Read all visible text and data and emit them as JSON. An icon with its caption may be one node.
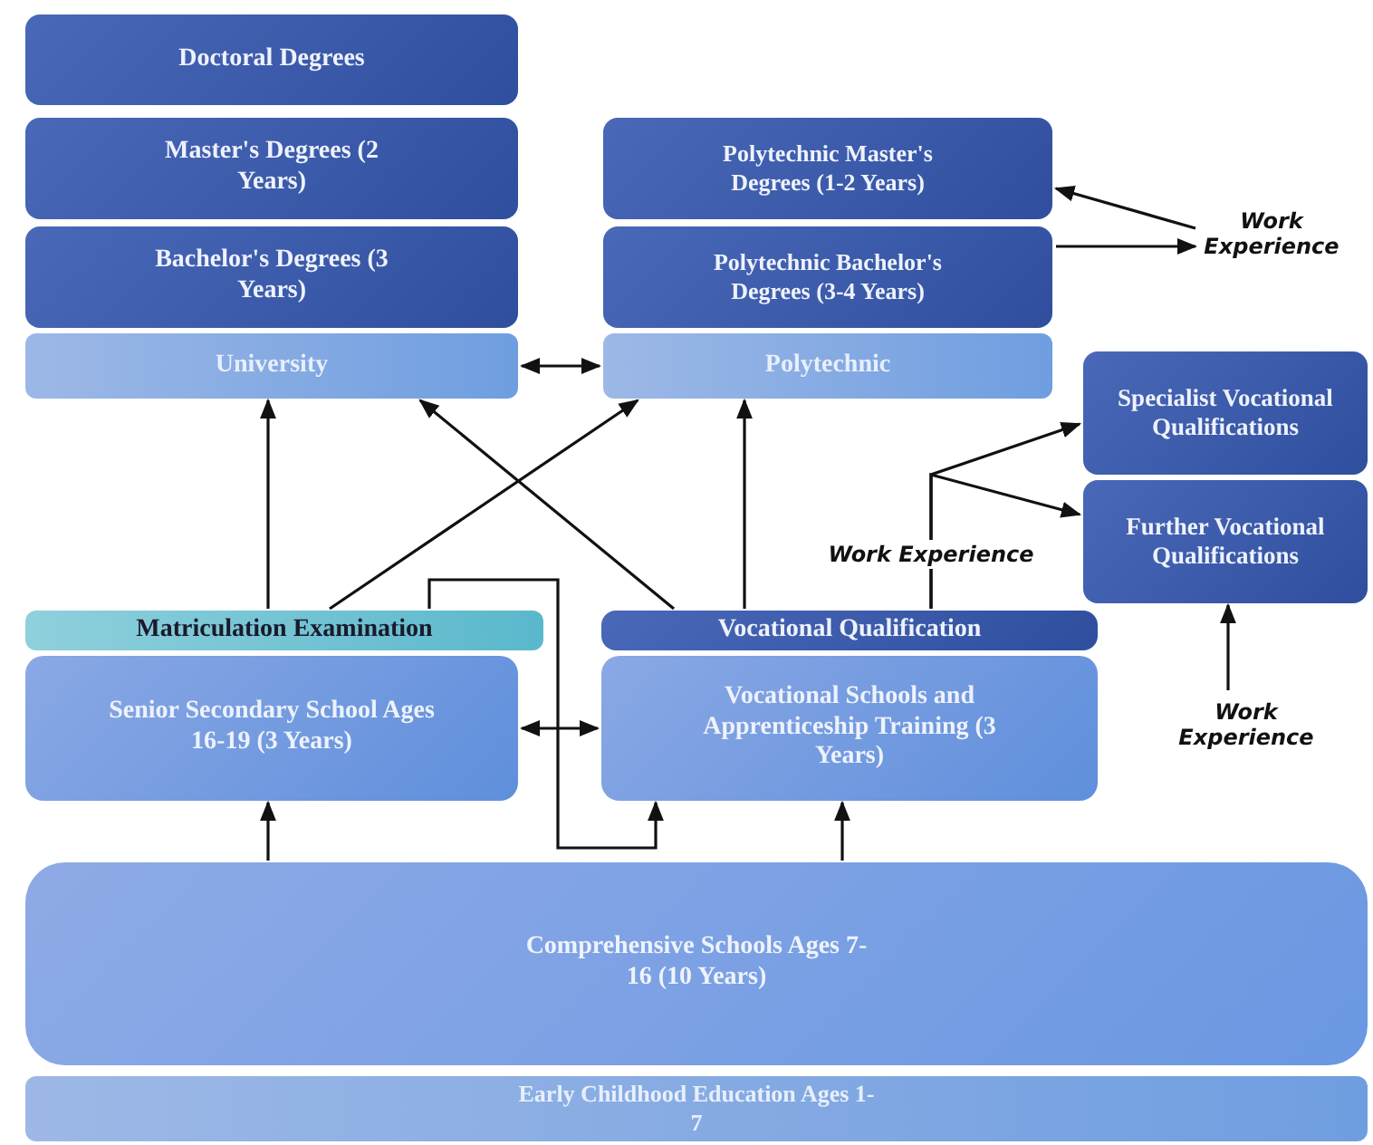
{
  "diagram": {
    "nodes": [
      {
        "text": [
          "Doctoral Degrees"
        ]
      },
      {
        "text": [
          "Master's Degrees (2 Years)"
        ]
      },
      {
        "text": [
          "Bachelor's Degrees (3 Years)"
        ]
      },
      {
        "text": [
          "University"
        ]
      },
      {
        "text": [
          "Polytechnic Master's Degrees (1-2 Years)"
        ]
      },
      {
        "text": [
          "Polytechnic Bachelor's Degrees (3-4 Years)"
        ]
      },
      {
        "text": [
          "Polytechnic"
        ]
      },
      {
        "text": [
          "Work Experience"
        ]
      },
      {
        "text": [
          "Specialist Vocational Qualifications"
        ]
      },
      {
        "text": [
          "Further Vocational Qualifications"
        ]
      },
      {
        "text": [
          "Matriculation Examination"
        ]
      },
      {
        "text": [
          "Senior Secondary School Ages 16-19 (3 Years)"
        ]
      },
      {
        "text": [
          "Vocational Qualification"
        ]
      },
      {
        "text": [
          "Vocational Schools and Apprenticeship Training (3 Years)"
        ]
      },
      {
        "text": [
          "Work Experience"
        ]
      },
      {
        "text": [
          "Comprehensive Schools Ages 7-16 (10 Years)"
        ]
      },
      {
        "text": [
          "Early Childhood Education Ages 1-7"
        ]
      }
    ],
    "edges": [
      {
        "from": 3,
        "to": 6,
        "arrow": "both"
      },
      {
        "from": 7,
        "to": 4,
        "arrow": "to"
      },
      {
        "from": 5,
        "to": 7,
        "arrow": "to"
      },
      {
        "from": 10,
        "to": 3,
        "arrow": "to"
      },
      {
        "from": 10,
        "to": 6,
        "arrow": "to"
      },
      {
        "from": 12,
        "to": 3,
        "arrow": "to"
      },
      {
        "from": 12,
        "to": 6,
        "arrow": "to"
      },
      {
        "from": 12,
        "to": 8,
        "arrow": "to",
        "label": "Work Experience"
      },
      {
        "from": 12,
        "to": 9,
        "arrow": "to"
      },
      {
        "from": 10,
        "to": 13,
        "arrow": "to"
      },
      {
        "from": 11,
        "to": 13,
        "arrow": "both"
      },
      {
        "from": 15,
        "to": 11,
        "arrow": "to"
      },
      {
        "from": 15,
        "to": 13,
        "arrow": "to"
      },
      {
        "from": 14,
        "to": 9,
        "arrow": "to"
      }
    ]
  }
}
